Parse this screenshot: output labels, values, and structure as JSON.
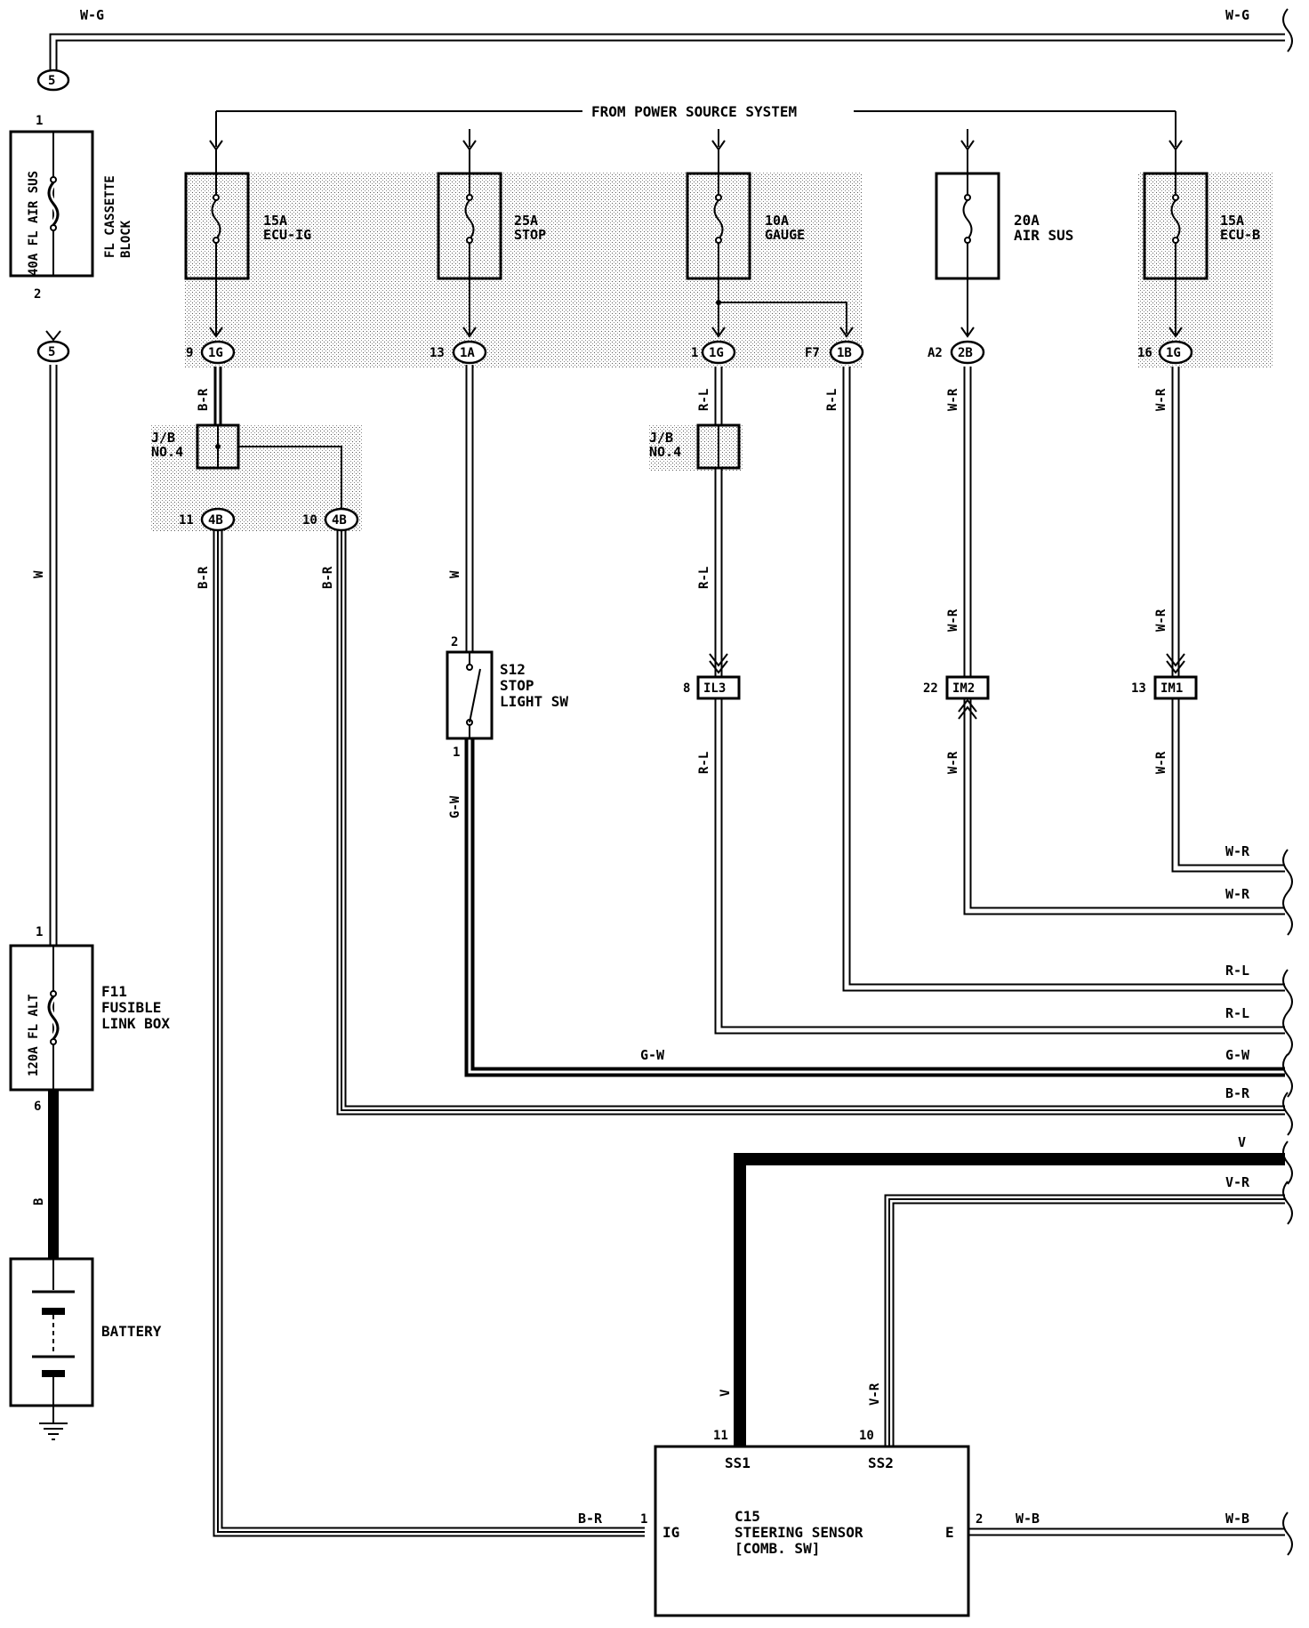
{
  "header": {
    "power_source": "FROM POWER SOURCE SYSTEM"
  },
  "fuses": {
    "ecu_ig": {
      "amp": "15A",
      "name": "ECU-IG"
    },
    "stop": {
      "amp": "25A",
      "name": "STOP"
    },
    "gauge": {
      "amp": "10A",
      "name": "GAUGE"
    },
    "air_sus": {
      "amp": "20A",
      "name": "AIR SUS"
    },
    "ecu_b": {
      "amp": "15A",
      "name": "ECU-B"
    }
  },
  "fl_cassette": {
    "fuse": "40A FL AIR SUS",
    "line1": "FL CASSETTE",
    "line2": "BLOCK",
    "pin_top": "1",
    "pin_bottom": "2",
    "conn": "5"
  },
  "fusible_link": {
    "fuse": "120A FL ALT",
    "code": "F11",
    "line1": "FUSIBLE",
    "line2": "LINK BOX",
    "pin_top": "1",
    "pin_bottom": "6"
  },
  "battery": {
    "label": "BATTERY"
  },
  "jb": {
    "line1": "J/B",
    "line2": "NO.4"
  },
  "connectors": {
    "c9": {
      "pin": "9",
      "id": "1G"
    },
    "c13": {
      "pin": "13",
      "id": "1A"
    },
    "c1": {
      "pin": "1",
      "id": "1G"
    },
    "cf7": {
      "pin": "F7",
      "id": "1B"
    },
    "ca2": {
      "pin": "A2",
      "id": "2B"
    },
    "c16": {
      "pin": "16",
      "id": "1G"
    },
    "c11": {
      "pin": "11",
      "id": "4B"
    },
    "c10": {
      "pin": "10",
      "id": "4B"
    },
    "il3": {
      "pin": "8",
      "id": "IL3"
    },
    "im2": {
      "pin": "22",
      "id": "IM2"
    },
    "im1": {
      "pin": "13",
      "id": "IM1"
    }
  },
  "switch": {
    "code": "S12",
    "line1": "STOP",
    "line2": "LIGHT SW",
    "pin_top": "2",
    "pin_bottom": "1"
  },
  "sensor": {
    "code": "C15",
    "line1": "STEERING SENSOR",
    "line2": "[COMB. SW]",
    "ig": "IG",
    "e": "E",
    "ss1": "SS1",
    "ss2": "SS2",
    "pin_ig": "1",
    "pin_e": "2",
    "pin_ss1": "11",
    "pin_ss2": "10"
  },
  "wires": {
    "wg": "W-G",
    "w": "W",
    "b": "B",
    "br": "B-R",
    "rl": "R-L",
    "wr": "W-R",
    "gw": "G-W",
    "v": "V",
    "vr": "V-R",
    "wb": "W-B"
  }
}
